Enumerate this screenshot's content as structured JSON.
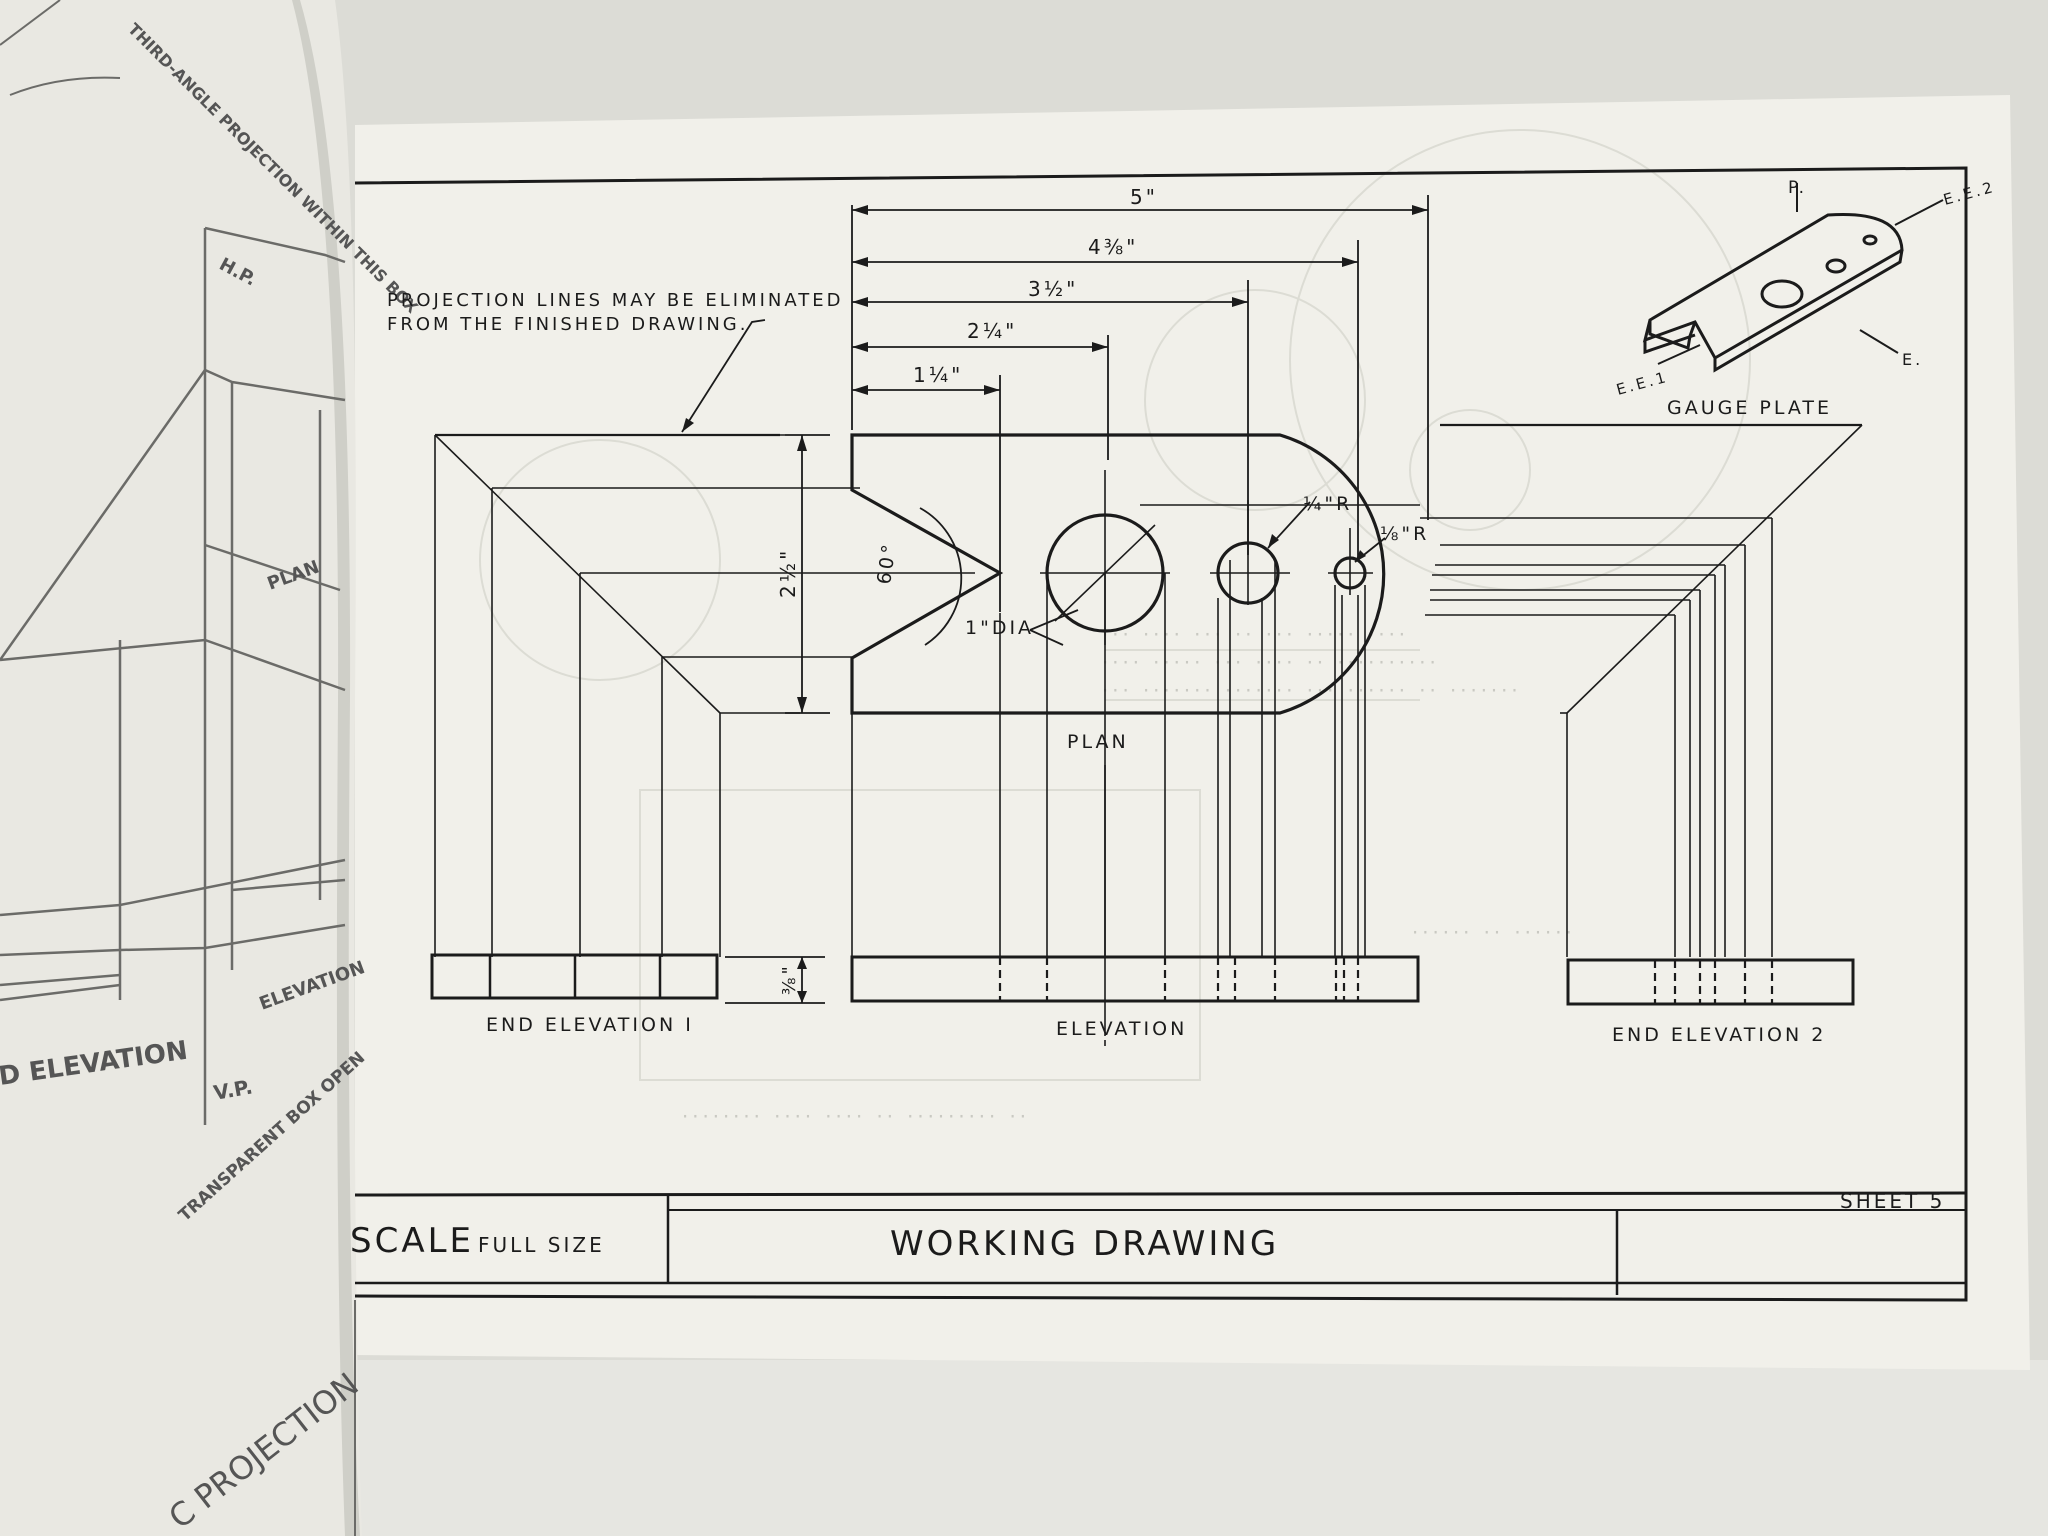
{
  "left_page": {
    "note": "THIRD-ANGLE PROJECTION WITHIN THIS BOX",
    "hp": "H.P.",
    "plan": "PLAN",
    "elevation": "ELEVATION",
    "end_elevation": "D ELEVATION",
    "vp": "V.P.",
    "transparent_box": "TRANSPARENT BOX OPEN",
    "footer": "C PROJECTION"
  },
  "drawing": {
    "note_line1": "PROJECTION LINES MAY BE ELIMINATED",
    "note_line2": "FROM THE FINISHED DRAWING.",
    "dims": {
      "d_5": "5\"",
      "d_4_3_8": "4⅜\"",
      "d_3_1_2": "3½\"",
      "d_2_1_4": "2¼\"",
      "d_1_1_4": "1¼\"",
      "d_2_1_2": "2½\"",
      "d_3_8": "⅜\"",
      "r_1_4": "¼\"R",
      "r_1_8": "⅛\"R",
      "dia_1": "1\"DIA",
      "angle": "60°"
    },
    "plan_label": "PLAN",
    "elevation_label": "ELEVATION",
    "end_elev_1_label": "END ELEVATION I",
    "end_elev_2_label": "END ELEVATION 2",
    "iso": {
      "title": "GAUGE PLATE",
      "p": "P.",
      "ee2": "E.E.2",
      "ee1": "E.E.1",
      "e": "E."
    }
  },
  "title_block": {
    "scale_label": "SCALE",
    "scale_value": "FULL SIZE",
    "title": "WORKING DRAWING",
    "sheet": "SHEET 5"
  },
  "colors": {
    "ink": "#1b1b1b",
    "paper": "#f1f0ea",
    "background": "#dcdcd6"
  }
}
